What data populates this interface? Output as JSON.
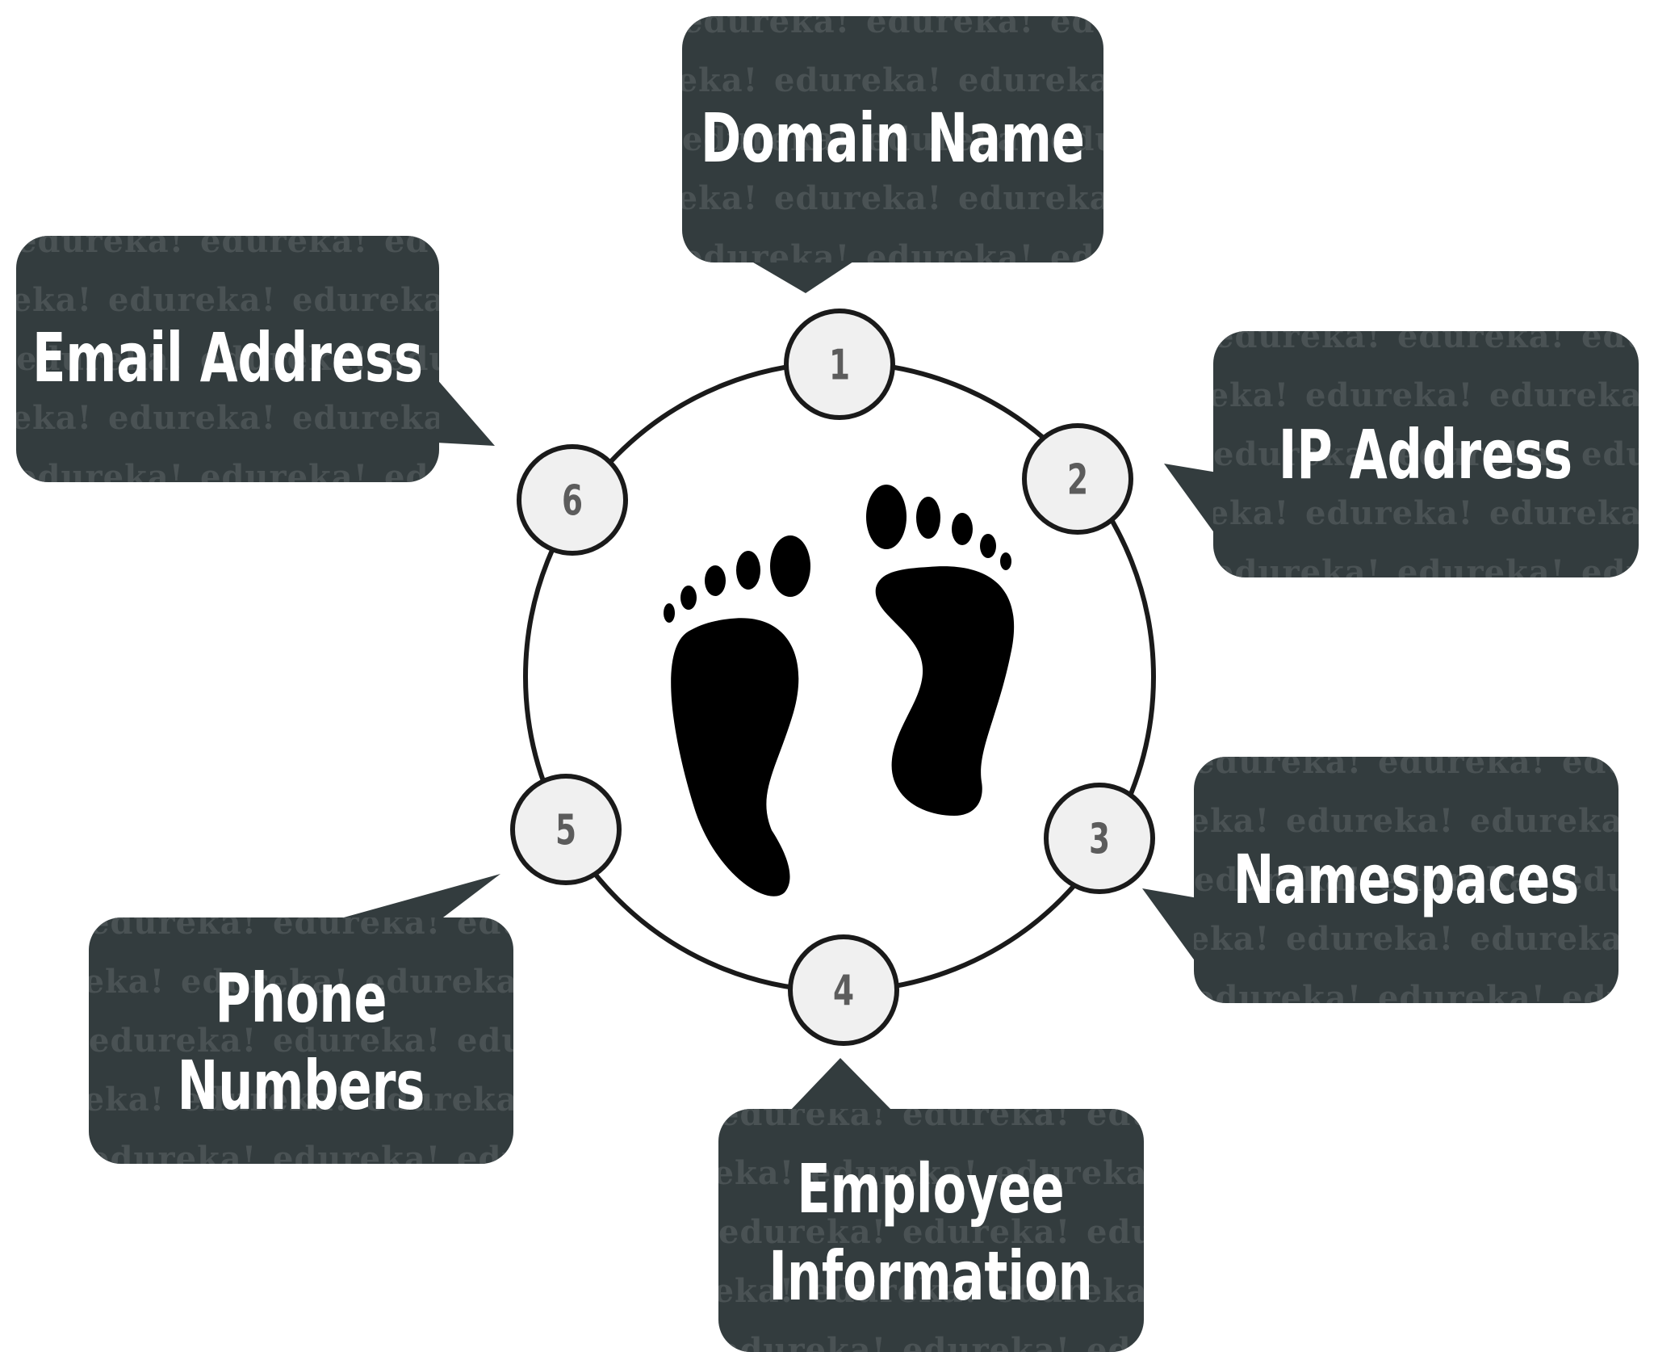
{
  "diagram": {
    "center_icon": "footprints-icon",
    "watermark": "edureka!",
    "colors": {
      "callout_fill": "#333c3e",
      "callout_text": "#ffffff",
      "watermark": "#4a5254",
      "ring_stroke": "#1a1a1a",
      "node_fill": "#f0f0f0",
      "node_text": "#5c5c5c",
      "footprint": "#000000"
    },
    "nodes": [
      {
        "number": "1",
        "label_lines": [
          "Domain Name"
        ]
      },
      {
        "number": "2",
        "label_lines": [
          "IP Address"
        ]
      },
      {
        "number": "3",
        "label_lines": [
          "Namespaces"
        ]
      },
      {
        "number": "4",
        "label_lines": [
          "Employee",
          "Information"
        ]
      },
      {
        "number": "5",
        "label_lines": [
          "Phone",
          "Numbers"
        ]
      },
      {
        "number": "6",
        "label_lines": [
          "Email Address"
        ]
      }
    ]
  }
}
